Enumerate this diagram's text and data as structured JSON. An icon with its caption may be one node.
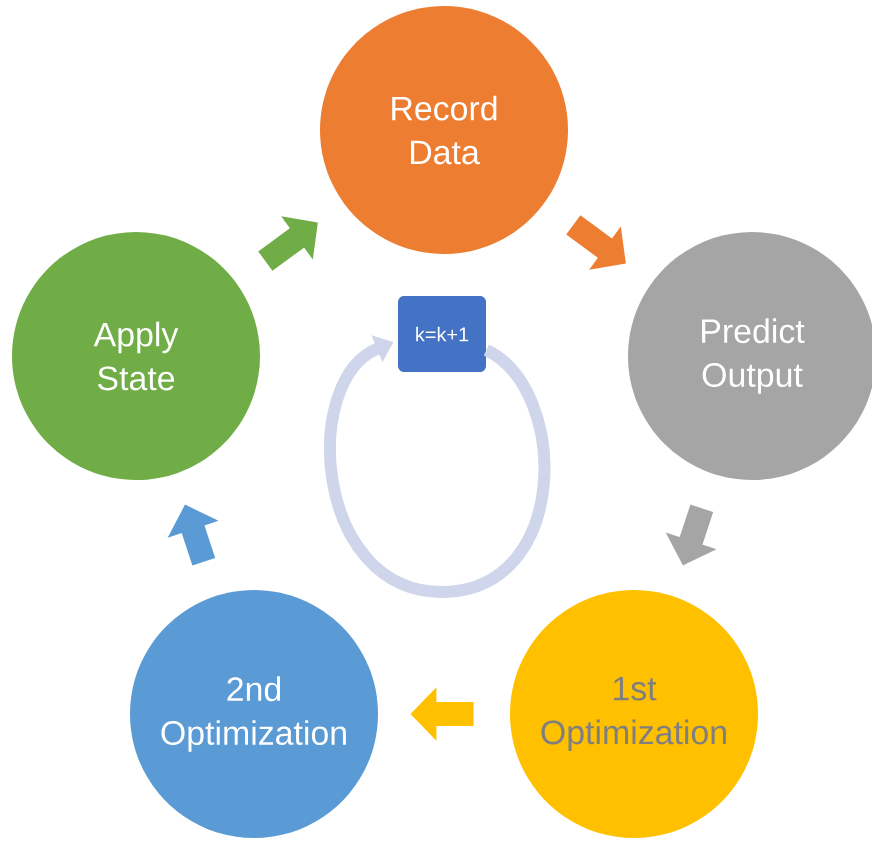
{
  "diagram": {
    "nodes": [
      {
        "text": [
          "Record Data"
        ]
      },
      {
        "text": [
          "Predict Output"
        ]
      },
      {
        "text": [
          "1st Optimization"
        ]
      },
      {
        "text": [
          "2nd Optimization"
        ]
      },
      {
        "text": [
          "Apply State"
        ]
      },
      {
        "text": [
          "k=k+1"
        ]
      }
    ],
    "edges": [
      {
        "from": 0,
        "to": 1,
        "arrow": "to",
        "color": "#ed7d31"
      },
      {
        "from": 1,
        "to": 2,
        "arrow": "to",
        "color": "#a5a5a5"
      },
      {
        "from": 2,
        "to": 3,
        "arrow": "to",
        "color": "#ffc000"
      },
      {
        "from": 3,
        "to": 4,
        "arrow": "to",
        "color": "#5b9bd5"
      },
      {
        "from": 4,
        "to": 0,
        "arrow": "to",
        "color": "#70ad47"
      },
      {
        "from": 5,
        "to": 5,
        "arrow": "to",
        "color": "#cfd5ea"
      }
    ]
  }
}
